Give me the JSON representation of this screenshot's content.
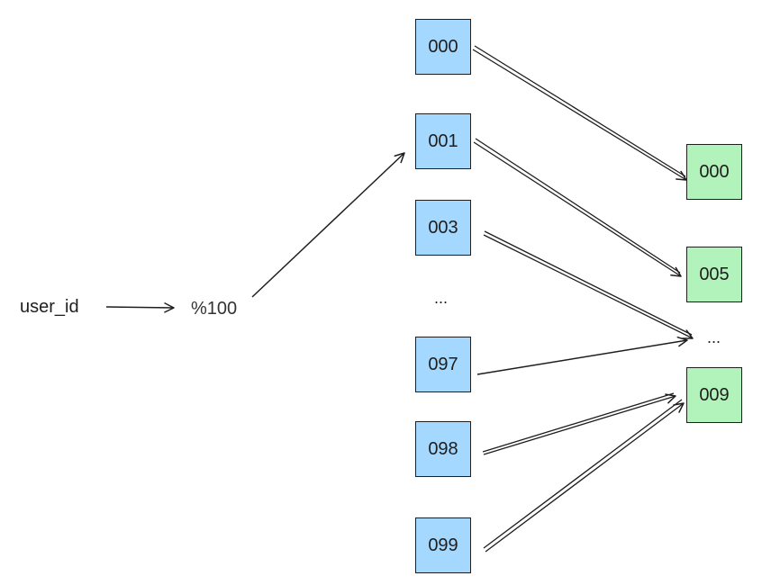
{
  "colors": {
    "source_fill": "#a5d8ff",
    "target_fill": "#b2f2bb",
    "stroke": "#1e1e1e"
  },
  "input_label": "user_id",
  "operation_label": "%100",
  "source_tables": [
    "000",
    "001",
    "003",
    "097",
    "098",
    "099"
  ],
  "source_ellipsis": "...",
  "target_tables": [
    "000",
    "005",
    "009"
  ],
  "target_ellipsis": "...",
  "mappings": [
    {
      "from": "000",
      "to": "000"
    },
    {
      "from": "001",
      "to": "005"
    },
    {
      "from": "003",
      "to": "..."
    },
    {
      "from": "097",
      "to": "..."
    },
    {
      "from": "098",
      "to": "009"
    },
    {
      "from": "099",
      "to": "009"
    }
  ]
}
